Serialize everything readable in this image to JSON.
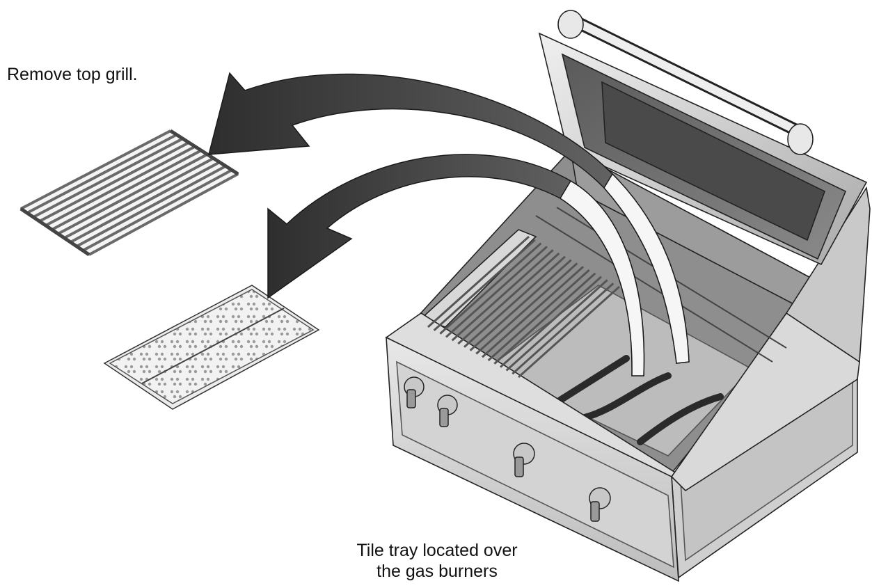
{
  "labels": {
    "remove_top_grill": "Remove top grill.",
    "tile_tray_line1": "Tile tray located over",
    "tile_tray_line2": "the gas burners"
  },
  "colors": {
    "arrow": "#3a3a3a",
    "metal_light": "#e4e4e4",
    "metal_mid": "#b9b9b9",
    "metal_dark": "#6a6a6a",
    "outline": "#222222"
  }
}
